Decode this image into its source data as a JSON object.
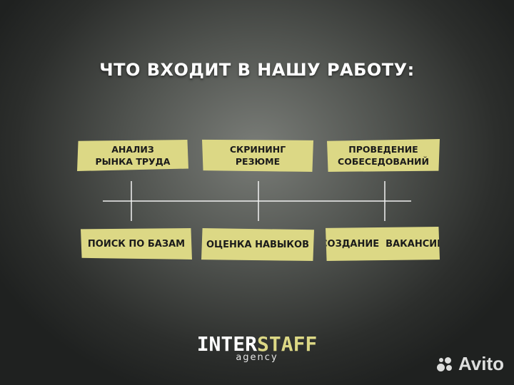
{
  "title": "ЧТО ВХОДИТ В НАШУ РАБОТУ:",
  "top_items": [
    {
      "line1": "АНАЛИЗ",
      "line2": "РЫНКА ТРУДА"
    },
    {
      "line1": "СКРИНИНГ",
      "line2": "РЕЗЮМЕ"
    },
    {
      "line1": "ПРОВЕДЕНИЕ",
      "line2": "СОБЕСЕДОВАНИЙ"
    }
  ],
  "bottom_items": [
    {
      "label": "ПОИСК ПО БАЗАМ"
    },
    {
      "label": "ОЦЕНКА НАВЫКОВ"
    },
    {
      "label": "СОЗДАНИЕ  ВАКАНСИЙ"
    }
  ],
  "logo": {
    "part1": "INTER",
    "part2": "STAFF",
    "sub": "agency"
  },
  "watermark": {
    "text": "Avito",
    "icon": "avito-dots-icon"
  },
  "colors": {
    "box": "#dcd885",
    "line": "#f2f2f2",
    "text": "#ffffff"
  }
}
